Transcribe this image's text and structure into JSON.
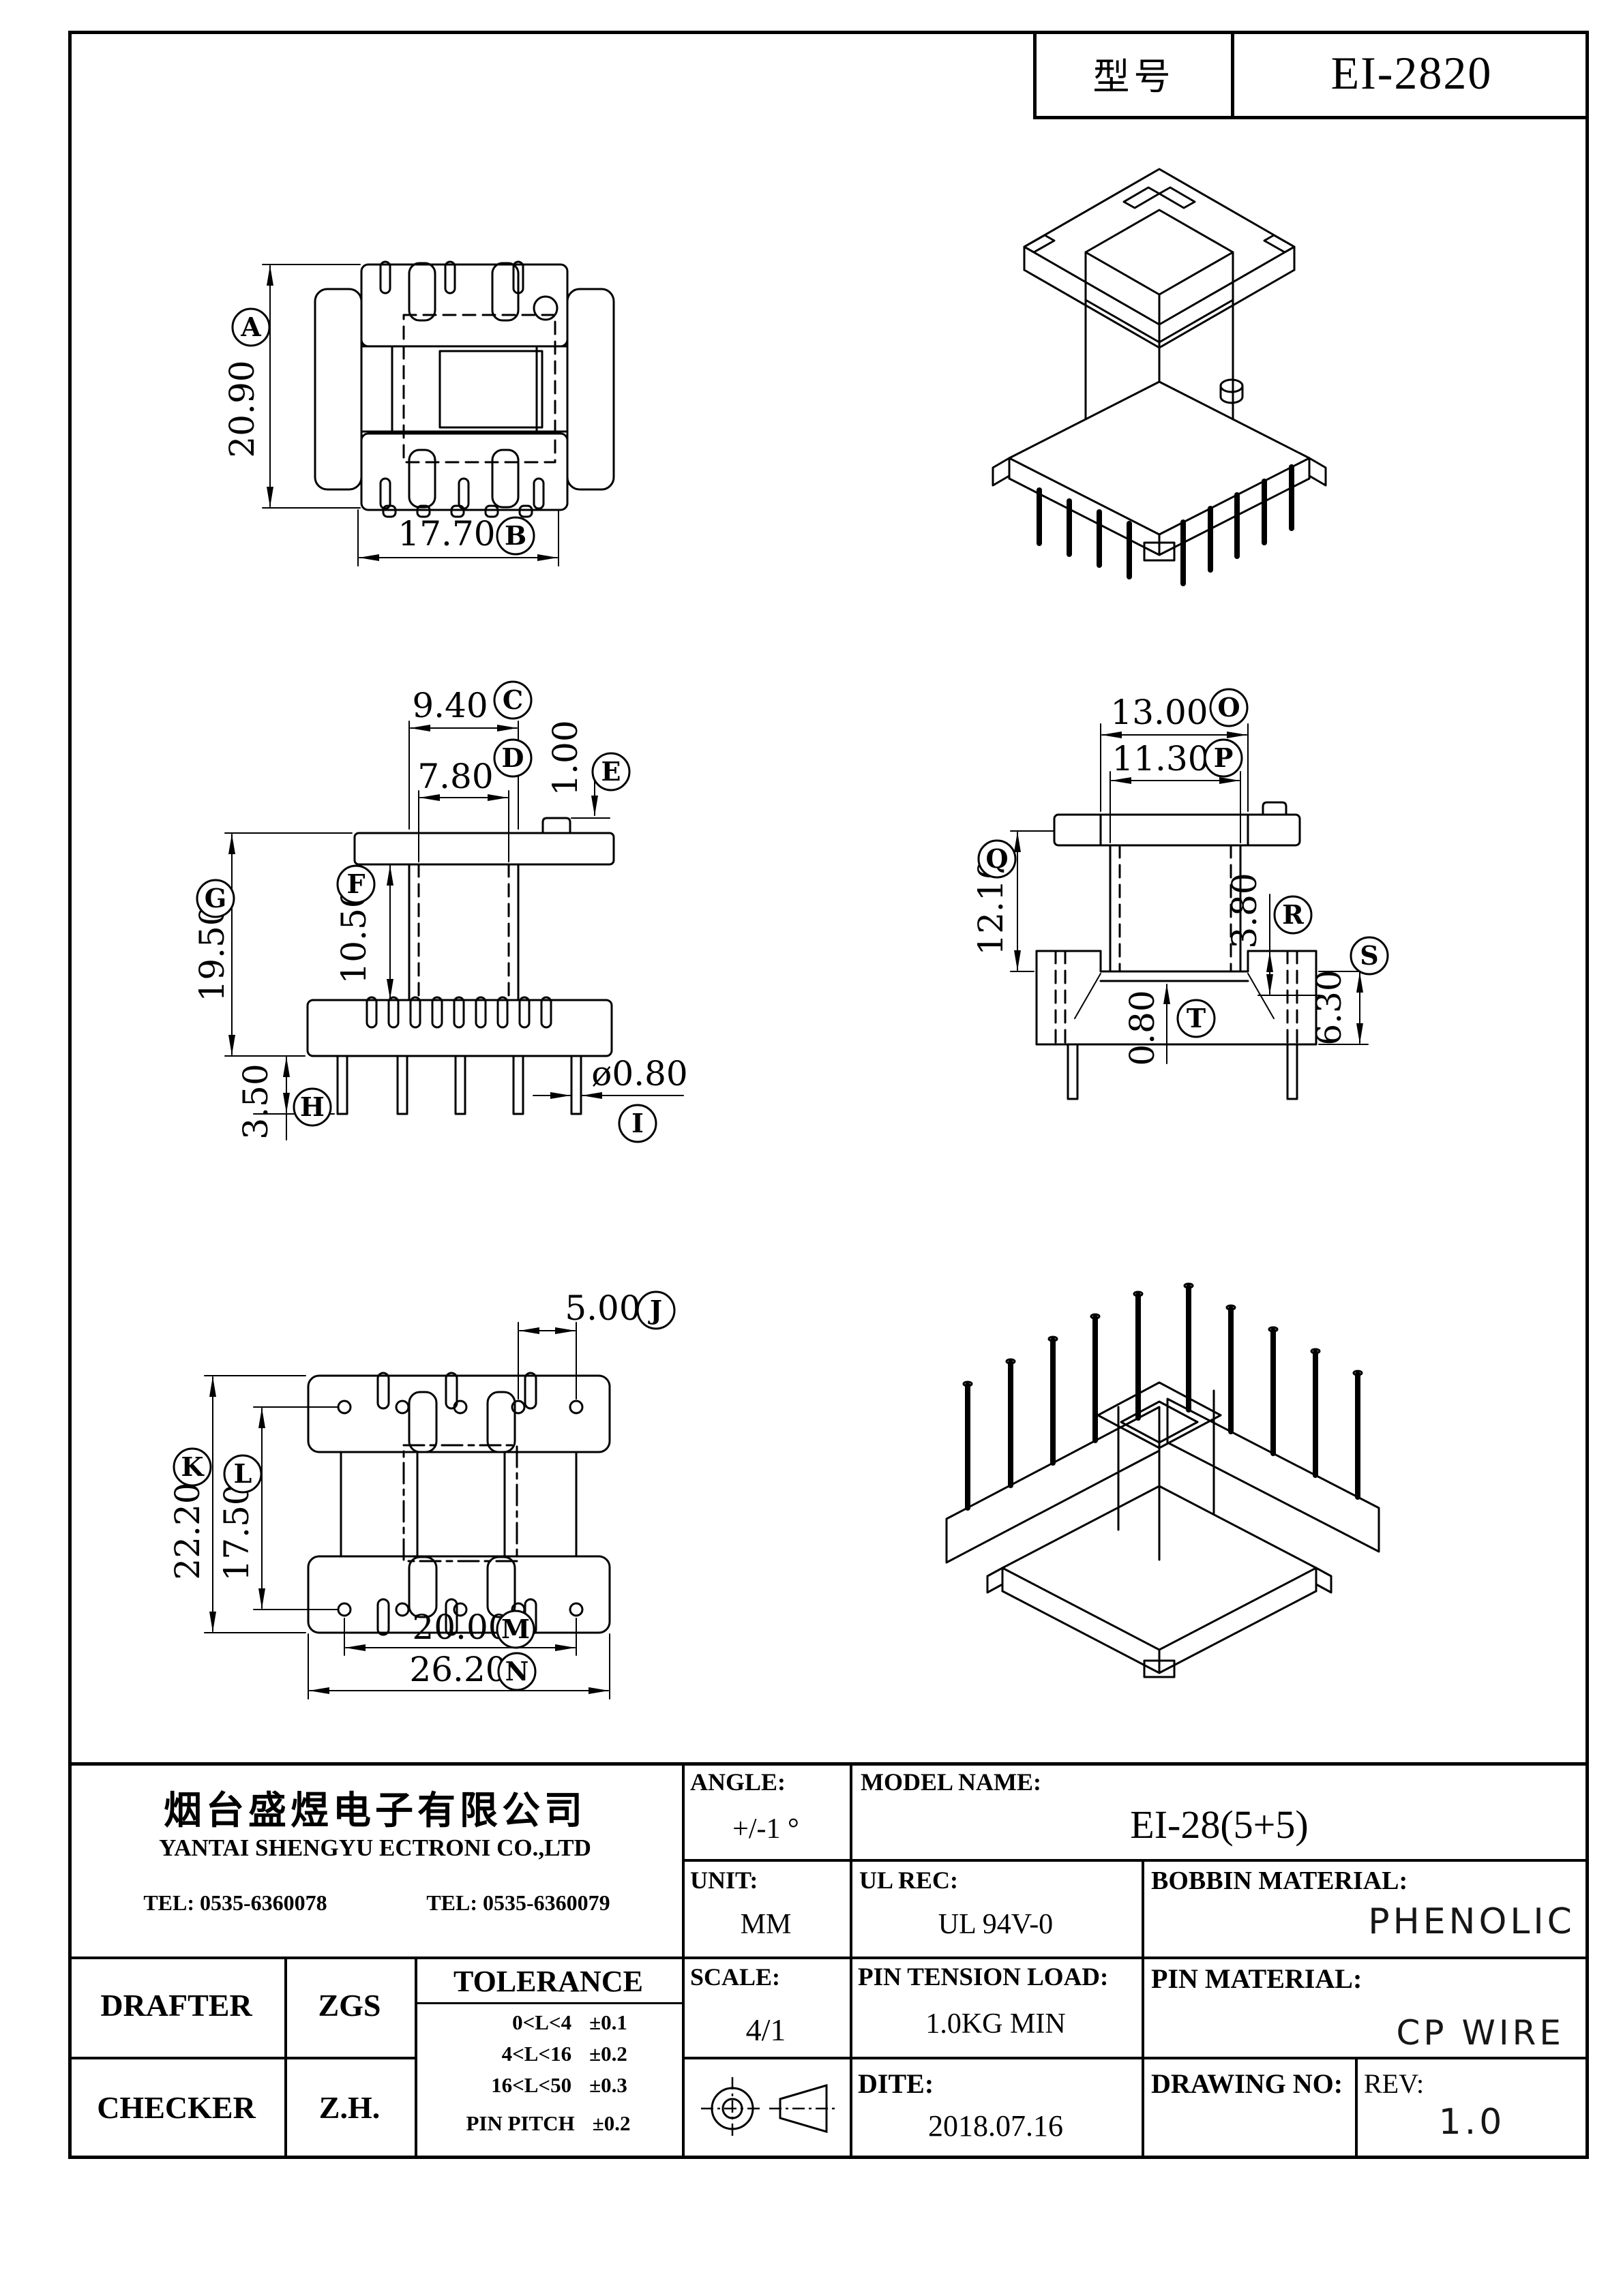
{
  "title_block": {
    "label": "型号",
    "value": "EI-2820"
  },
  "dims": {
    "A": {
      "letter": "A",
      "value": "20.90"
    },
    "B": {
      "letter": "B",
      "value": "17.70"
    },
    "C": {
      "letter": "C",
      "value": "9.40"
    },
    "D": {
      "letter": "D",
      "value": "7.80"
    },
    "E": {
      "letter": "E",
      "value": "1.00"
    },
    "F": {
      "letter": "F",
      "value": "10.50"
    },
    "G": {
      "letter": "G",
      "value": "19.50"
    },
    "H": {
      "letter": "H",
      "value": "3.50"
    },
    "I": {
      "letter": "I",
      "value": "ø0.80"
    },
    "J": {
      "letter": "J",
      "value": "5.00"
    },
    "K": {
      "letter": "K",
      "value": "22.20"
    },
    "L": {
      "letter": "L",
      "value": "17.50"
    },
    "M": {
      "letter": "M",
      "value": "20.00"
    },
    "N": {
      "letter": "N",
      "value": "26.20"
    },
    "O": {
      "letter": "O",
      "value": "13.00"
    },
    "P": {
      "letter": "P",
      "value": "11.30"
    },
    "Q": {
      "letter": "Q",
      "value": "12.10"
    },
    "R": {
      "letter": "R",
      "value": "3.80"
    },
    "S": {
      "letter": "S",
      "value": "6.30"
    },
    "T": {
      "letter": "T",
      "value": "0.80"
    }
  },
  "info_table": {
    "company": {
      "name_cn": "烟台盛煜电子有限公司",
      "name_en": "YANTAI SHENGYU ECTRONI CO.,LTD",
      "tel1": "TEL: 0535-6360078",
      "tel2": "TEL: 0535-6360079"
    },
    "angle": {
      "label": "ANGLE:",
      "value": "+/-1 °"
    },
    "model_name": {
      "label": "MODEL NAME:",
      "value": "EI-28(5+5)"
    },
    "unit": {
      "label": "UNIT:",
      "value": "MM"
    },
    "ul_rec": {
      "label": "UL REC:",
      "value": "UL 94V-0"
    },
    "bobbin_material": {
      "label": "BOBBIN MATERIAL:",
      "value": "PHENOLIC"
    },
    "drafter": {
      "label": "DRAFTER",
      "value": "ZGS"
    },
    "checker": {
      "label": "CHECKER",
      "value": "Z.H."
    },
    "tolerance": {
      "title": "TOLERANCE",
      "rows": [
        {
          "range": "0<L<4",
          "tol": "±0.1"
        },
        {
          "range": "4<L<16",
          "tol": "±0.2"
        },
        {
          "range": "16<L<50",
          "tol": "±0.3"
        },
        {
          "range": "PIN PITCH",
          "tol": "±0.2"
        }
      ]
    },
    "scale": {
      "label": "SCALE:",
      "value": "4/1"
    },
    "pin_tension": {
      "label": "PIN TENSION LOAD:",
      "value": "1.0KG MIN"
    },
    "pin_material": {
      "label": "PIN MATERIAL:",
      "value": "CP WIRE"
    },
    "dite": {
      "label": "DITE:",
      "value": "2018.07.16"
    },
    "drawing_no": {
      "label": "DRAWING NO:"
    },
    "rev": {
      "label": "REV:",
      "value": "1.0"
    }
  }
}
